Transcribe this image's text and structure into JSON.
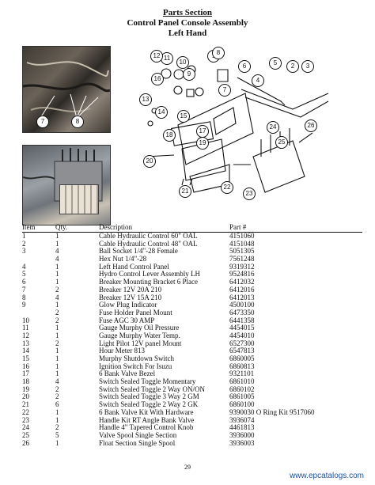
{
  "header": {
    "section": "Parts Section",
    "title_line1": "Control Panel Console Assembly",
    "title_line2": "Left Hand"
  },
  "photo_callouts": [
    "7",
    "8"
  ],
  "diagram_callouts": [
    "1",
    "2",
    "3",
    "4",
    "5",
    "6",
    "7",
    "8",
    "9",
    "10",
    "11",
    "12",
    "13",
    "14",
    "15",
    "16",
    "17",
    "18",
    "19",
    "20",
    "21",
    "22",
    "23",
    "24",
    "25",
    "26"
  ],
  "table": {
    "headers": {
      "item": "Item",
      "qty": "Qty.",
      "desc": "Description",
      "part": "Part #"
    },
    "rows": [
      {
        "item": "1",
        "qty": "1",
        "desc": "Cable Hydraulic Control 60\" OAL",
        "part": "4151060"
      },
      {
        "item": "2",
        "qty": "1",
        "desc": "Cable Hydraulic Control 48\" OAL",
        "part": "4151048"
      },
      {
        "item": "3",
        "qty": "4",
        "desc": "Ball Socket 1/4\"-28 Female",
        "part": "5051305"
      },
      {
        "item": "",
        "qty": "4",
        "desc": "Hex Nut 1/4\"-28",
        "part": "7561248"
      },
      {
        "item": "4",
        "qty": "1",
        "desc": "Left Hand Control Panel",
        "part": "9319312"
      },
      {
        "item": "5",
        "qty": "1",
        "desc": "Hydro Control Lever Assembly LH",
        "part": "9524816"
      },
      {
        "item": "6",
        "qty": "1",
        "desc": "Breaker Mounting Bracket 6 Place",
        "part": "6412032"
      },
      {
        "item": "7",
        "qty": "2",
        "desc": "Breaker 12V 20A 210",
        "part": "6412016"
      },
      {
        "item": "8",
        "qty": "4",
        "desc": "Breaker 12V 15A 210",
        "part": "6412013"
      },
      {
        "item": "9",
        "qty": "1",
        "desc": "Glow Plug Indicator",
        "part": "4500100"
      },
      {
        "item": "",
        "qty": "2",
        "desc": "Fuse Holder Panel Mount",
        "part": "6473350"
      },
      {
        "item": "10",
        "qty": "2",
        "desc": "Fuse AGC 30 AMP",
        "part": "6441358"
      },
      {
        "item": "11",
        "qty": "1",
        "desc": "Gauge Murphy Oil Pressure",
        "part": "4454015"
      },
      {
        "item": "12",
        "qty": "1",
        "desc": "Gauge Murphy Water Temp.",
        "part": "4454010"
      },
      {
        "item": "13",
        "qty": "2",
        "desc": "Light Pilot 12V panel Mount",
        "part": "6527300"
      },
      {
        "item": "14",
        "qty": "1",
        "desc": "Hour Meter 813",
        "part": "6547813"
      },
      {
        "item": "15",
        "qty": "1",
        "desc": "Murphy Shutdown Switch",
        "part": "6860005"
      },
      {
        "item": "16",
        "qty": "1",
        "desc": "Ignition Switch For Isuzu",
        "part": "6860813"
      },
      {
        "item": "17",
        "qty": "1",
        "desc": "6 Bank Valve Bezel",
        "part": "9321101"
      },
      {
        "item": "18",
        "qty": "4",
        "desc": "Switch Sealed Toggle Momentary",
        "part": "6861010"
      },
      {
        "item": "19",
        "qty": "2",
        "desc": "Switch Sealed Toggle 2 Way ON/ON",
        "part": "6860102"
      },
      {
        "item": "20",
        "qty": "2",
        "desc": "Switch Sealed Toggle 3 Way 2 GM",
        "part": "6861005"
      },
      {
        "item": "21",
        "qty": "6",
        "desc": "Switch Sealed Toggle 2 Way 2 GK",
        "part": "6860100"
      },
      {
        "item": "22",
        "qty": "1",
        "desc": "6 Bank Valve Kit With Hardware",
        "part": "9390030 O Ring Kit 9517060"
      },
      {
        "item": "23",
        "qty": "1",
        "desc": "Handle Kit RT Angle Bank Valve",
        "part": "3936074"
      },
      {
        "item": "24",
        "qty": "2",
        "desc": "Handle 4\" Tapered Control Knob",
        "part": "4461813"
      },
      {
        "item": "25",
        "qty": "5",
        "desc": "Valve Spool Single Section",
        "part": "3936000"
      },
      {
        "item": "26",
        "qty": "1",
        "desc": "Float Section Single Spool",
        "part": "3936003"
      }
    ]
  },
  "footer": {
    "page_number": "29",
    "watermark": "www.epcatalogs.com"
  }
}
